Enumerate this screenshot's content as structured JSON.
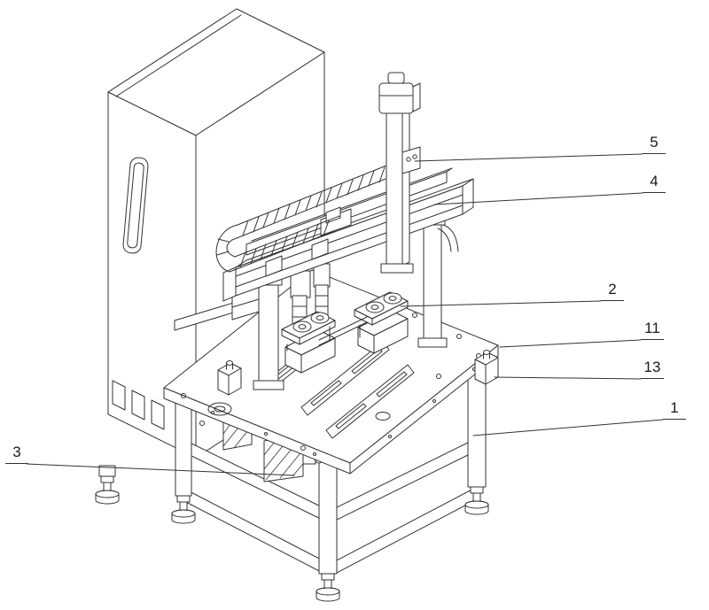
{
  "figure": {
    "background": "#ffffff",
    "line_color": "#333333",
    "labels": [
      {
        "text": "5"
      },
      {
        "text": "4"
      },
      {
        "text": "2"
      },
      {
        "text": "11"
      },
      {
        "text": "13"
      },
      {
        "text": "1"
      },
      {
        "text": "3"
      }
    ]
  }
}
